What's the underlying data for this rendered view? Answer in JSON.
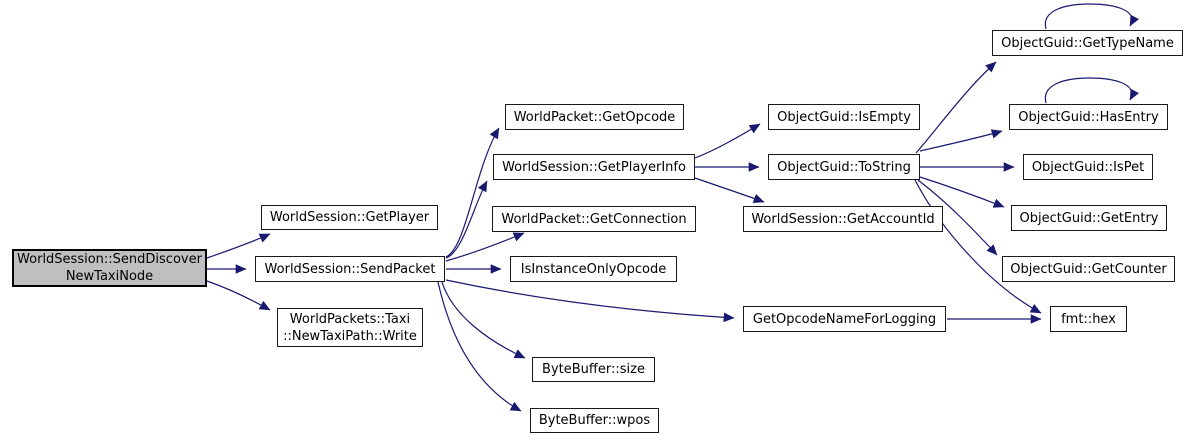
{
  "diagram": {
    "type": "call-graph",
    "colors": {
      "edge": "#191970",
      "node_fill": "#ffffff",
      "node_border": "#1a1a1a",
      "highlight_fill": "#bfbfbf",
      "text": "#000000",
      "background": "#ffffff"
    },
    "nodes": [
      {
        "id": "WorldSession::SendDiscoverNewTaxiNode",
        "label": "WorldSession::SendDiscover\nNewTaxiNode",
        "highlighted": true
      },
      {
        "id": "WorldSession::GetPlayer",
        "label": "WorldSession::GetPlayer",
        "highlighted": false
      },
      {
        "id": "WorldSession::SendPacket",
        "label": "WorldSession::SendPacket",
        "highlighted": false
      },
      {
        "id": "WorldPackets::Taxi::NewTaxiPath::Write",
        "label": "WorldPackets::Taxi\n::NewTaxiPath::Write",
        "highlighted": false
      },
      {
        "id": "WorldPacket::GetOpcode",
        "label": "WorldPacket::GetOpcode",
        "highlighted": false
      },
      {
        "id": "WorldSession::GetPlayerInfo",
        "label": "WorldSession::GetPlayerInfo",
        "highlighted": false
      },
      {
        "id": "WorldPacket::GetConnection",
        "label": "WorldPacket::GetConnection",
        "highlighted": false
      },
      {
        "id": "IsInstanceOnlyOpcode",
        "label": "IsInstanceOnlyOpcode",
        "highlighted": false
      },
      {
        "id": "ByteBuffer::size",
        "label": "ByteBuffer::size",
        "highlighted": false
      },
      {
        "id": "ByteBuffer::wpos",
        "label": "ByteBuffer::wpos",
        "highlighted": false
      },
      {
        "id": "ObjectGuid::IsEmpty",
        "label": "ObjectGuid::IsEmpty",
        "highlighted": false
      },
      {
        "id": "ObjectGuid::ToString",
        "label": "ObjectGuid::ToString",
        "highlighted": false
      },
      {
        "id": "WorldSession::GetAccountId",
        "label": "WorldSession::GetAccountId",
        "highlighted": false
      },
      {
        "id": "GetOpcodeNameForLogging",
        "label": "GetOpcodeNameForLogging",
        "highlighted": false
      },
      {
        "id": "ObjectGuid::GetTypeName",
        "label": "ObjectGuid::GetTypeName",
        "highlighted": false
      },
      {
        "id": "ObjectGuid::HasEntry",
        "label": "ObjectGuid::HasEntry",
        "highlighted": false
      },
      {
        "id": "ObjectGuid::IsPet",
        "label": "ObjectGuid::IsPet",
        "highlighted": false
      },
      {
        "id": "ObjectGuid::GetEntry",
        "label": "ObjectGuid::GetEntry",
        "highlighted": false
      },
      {
        "id": "ObjectGuid::GetCounter",
        "label": "ObjectGuid::GetCounter",
        "highlighted": false
      },
      {
        "id": "fmt::hex",
        "label": "fmt::hex",
        "highlighted": false
      }
    ],
    "edges": [
      {
        "from": "WorldSession::SendDiscoverNewTaxiNode",
        "to": "WorldSession::GetPlayer"
      },
      {
        "from": "WorldSession::SendDiscoverNewTaxiNode",
        "to": "WorldSession::SendPacket"
      },
      {
        "from": "WorldSession::SendDiscoverNewTaxiNode",
        "to": "WorldPackets::Taxi::NewTaxiPath::Write"
      },
      {
        "from": "WorldSession::SendPacket",
        "to": "WorldPacket::GetOpcode"
      },
      {
        "from": "WorldSession::SendPacket",
        "to": "WorldSession::GetPlayerInfo"
      },
      {
        "from": "WorldSession::SendPacket",
        "to": "WorldPacket::GetConnection"
      },
      {
        "from": "WorldSession::SendPacket",
        "to": "IsInstanceOnlyOpcode"
      },
      {
        "from": "WorldSession::SendPacket",
        "to": "GetOpcodeNameForLogging"
      },
      {
        "from": "WorldSession::SendPacket",
        "to": "ByteBuffer::size"
      },
      {
        "from": "WorldSession::SendPacket",
        "to": "ByteBuffer::wpos"
      },
      {
        "from": "WorldSession::GetPlayerInfo",
        "to": "ObjectGuid::IsEmpty"
      },
      {
        "from": "WorldSession::GetPlayerInfo",
        "to": "ObjectGuid::ToString"
      },
      {
        "from": "WorldSession::GetPlayerInfo",
        "to": "WorldSession::GetAccountId"
      },
      {
        "from": "ObjectGuid::ToString",
        "to": "ObjectGuid::GetTypeName"
      },
      {
        "from": "ObjectGuid::ToString",
        "to": "ObjectGuid::HasEntry"
      },
      {
        "from": "ObjectGuid::ToString",
        "to": "ObjectGuid::IsPet"
      },
      {
        "from": "ObjectGuid::ToString",
        "to": "ObjectGuid::GetEntry"
      },
      {
        "from": "ObjectGuid::ToString",
        "to": "ObjectGuid::GetCounter"
      },
      {
        "from": "ObjectGuid::ToString",
        "to": "fmt::hex"
      },
      {
        "from": "GetOpcodeNameForLogging",
        "to": "fmt::hex"
      },
      {
        "from": "ObjectGuid::GetTypeName",
        "to": "ObjectGuid::GetTypeName",
        "self_loop": true
      },
      {
        "from": "ObjectGuid::HasEntry",
        "to": "ObjectGuid::HasEntry",
        "self_loop": true
      }
    ]
  }
}
